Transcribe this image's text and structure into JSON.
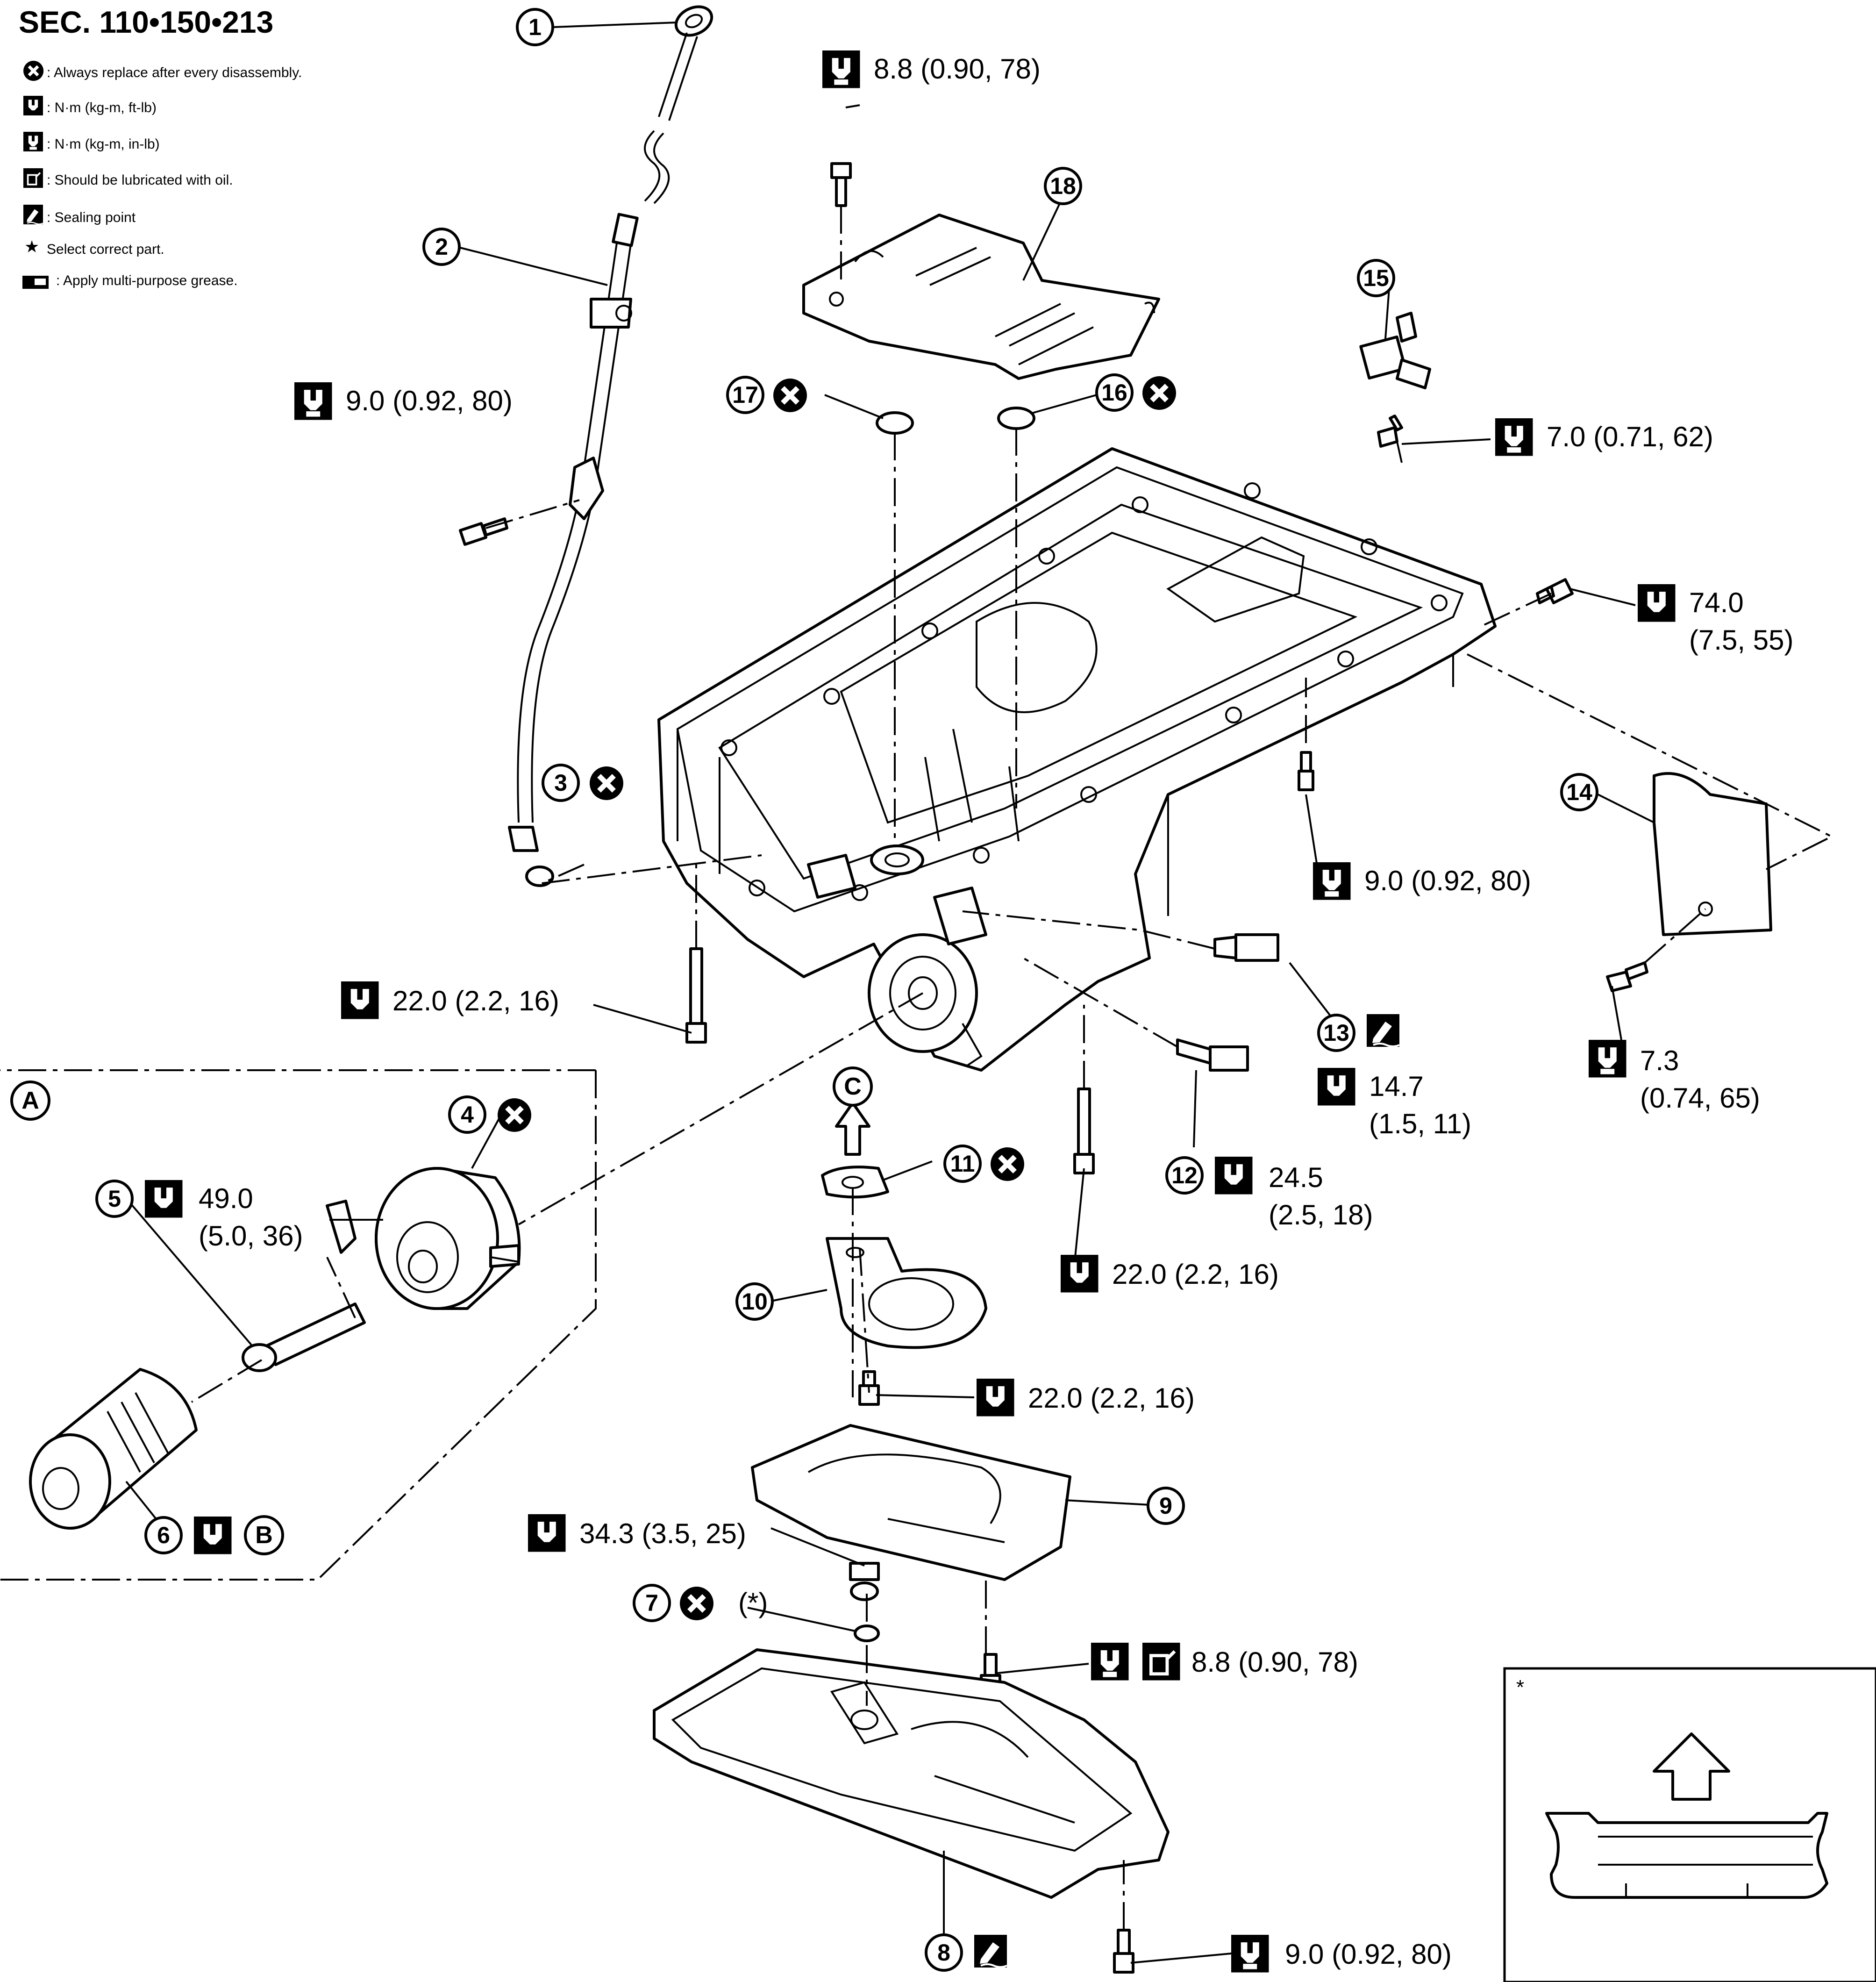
{
  "section": "SEC. 110•150•213",
  "legend": [
    {
      "icon": "replace-icon",
      "text": ": Always replace after every disassembly."
    },
    {
      "icon": "torque-ftlb-icon",
      "text": ": N·m (kg-m, ft-lb)"
    },
    {
      "icon": "torque-inlb-icon",
      "text": ": N·m (kg-m, in-lb)"
    },
    {
      "icon": "oil-icon",
      "text": ": Should be lubricated with oil."
    },
    {
      "icon": "sealant-icon",
      "text": ": Sealing point"
    },
    {
      "icon": "star-icon",
      "text": "Select correct part."
    },
    {
      "icon": "grease-icon",
      "text": ": Apply multi-purpose grease."
    }
  ],
  "parts": [
    "1",
    "2",
    "3",
    "4",
    "5",
    "6",
    "7",
    "8",
    "9",
    "10",
    "11",
    "12",
    "13",
    "14",
    "15",
    "16",
    "17",
    "18"
  ],
  "view_markers": {
    "a": "A",
    "b": "B",
    "c": "C"
  },
  "star_mark": "*",
  "torques": {
    "t18": "8.8 (0.90, 78)",
    "t_dip": "9.0 (0.92, 80)",
    "t15": "7.0 (0.71, 62)",
    "t_right_1": "74.0",
    "t_right_2": "(7.5, 55)",
    "t_mid": "9.0 (0.92, 80)",
    "t14_1": "7.3",
    "t14_2": "(0.74, 65)",
    "t13_1": "14.7",
    "t13_2": "(1.5, 11)",
    "t12_1": "24.5",
    "t12_2": "(2.5, 18)",
    "t_left_bolt": "22.0 (2.2, 16)",
    "t_lower_bolt": "22.0 (2.2, 16)",
    "t10": "22.0 (2.2, 16)",
    "t5_1": "49.0",
    "t5_2": "(5.0, 36)",
    "t_drain": "34.3 (3.5, 25)",
    "t7_note": "(*)",
    "t9": "8.8 (0.90, 78)",
    "t8": "9.0 (0.92, 80)"
  }
}
